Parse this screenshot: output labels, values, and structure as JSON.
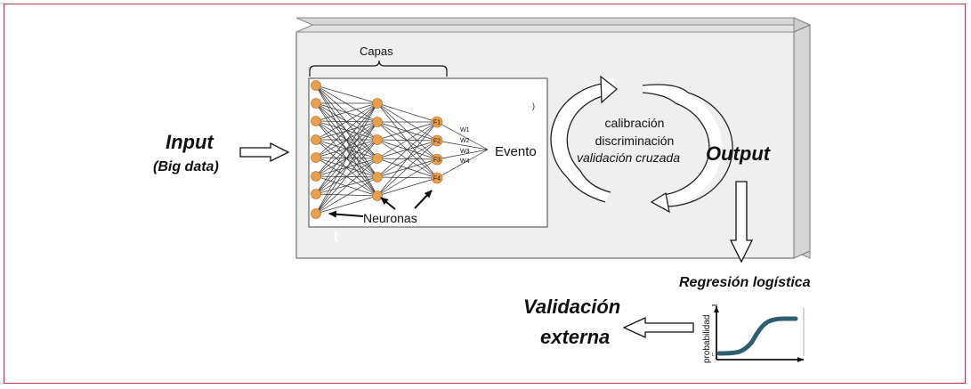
{
  "input": {
    "title": "Input",
    "subtitle": "(Big data)"
  },
  "network": {
    "layers_label": "Capas",
    "neurons_label": "Neuronas",
    "event_label": "Evento",
    "output_nodes": [
      "F1",
      "F2",
      "F3",
      "F4"
    ],
    "weights": [
      "W1",
      "W2",
      "W3",
      "W4"
    ],
    "stray_marks": [
      ")",
      "t"
    ]
  },
  "cycle": {
    "line1": "calibración",
    "line2": "discriminación",
    "line3": "validación cruzada"
  },
  "output": {
    "title": "Output"
  },
  "regression": {
    "title": "Regresión logística",
    "ylabel": "probabilidad",
    "tick_low": "L"
  },
  "external": {
    "line1": "Validación",
    "line2": "externa"
  },
  "colors": {
    "frame": "#b23a48",
    "box_fill": "#efefef",
    "neuron": "#e9a04e",
    "curve": "#2f5f6f"
  }
}
